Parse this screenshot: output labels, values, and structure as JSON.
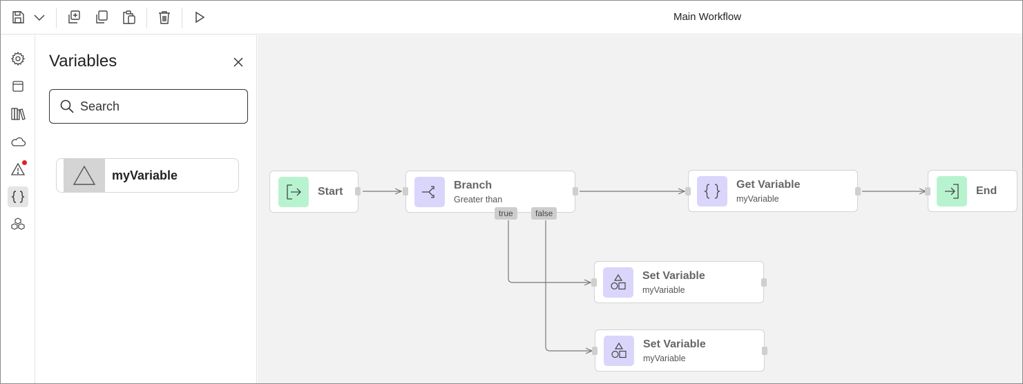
{
  "toolbar": {
    "workflow_title": "Main Workflow",
    "buttons": [
      {
        "name": "save-icon"
      },
      {
        "name": "chevron-down-icon"
      },
      {
        "name": "duplicate-icon"
      },
      {
        "name": "copy-icon"
      },
      {
        "name": "paste-icon"
      },
      {
        "name": "trash-icon"
      },
      {
        "name": "play-icon"
      }
    ]
  },
  "rail": {
    "items": [
      {
        "icon": "gear-icon"
      },
      {
        "icon": "window-icon"
      },
      {
        "icon": "library-icon"
      },
      {
        "icon": "cloud-icon"
      },
      {
        "icon": "warning-icon",
        "alert": true
      },
      {
        "icon": "braces-icon",
        "active": true
      },
      {
        "icon": "cubes-icon"
      }
    ]
  },
  "panel": {
    "title": "Variables",
    "search_placeholder": "Search",
    "variables": [
      {
        "name": "myVariable",
        "icon": "triangle-icon"
      }
    ]
  },
  "canvas": {
    "nodes": {
      "start": {
        "title": "Start",
        "icon": "enter-icon"
      },
      "branch": {
        "title": "Branch",
        "subtitle": "Greater than",
        "icon": "branch-icon",
        "true_label": "true",
        "false_label": "false"
      },
      "get_variable": {
        "title": "Get Variable",
        "subtitle": "myVariable",
        "icon": "braces-icon"
      },
      "end": {
        "title": "End",
        "icon": "exit-icon"
      },
      "set_variable_1": {
        "title": "Set Variable",
        "subtitle": "myVariable",
        "icon": "shapes-icon"
      },
      "set_variable_2": {
        "title": "Set Variable",
        "subtitle": "myVariable",
        "icon": "shapes-icon"
      }
    }
  },
  "colors": {
    "start_end_icon_bg": "#b8f3cf",
    "action_icon_bg": "#dad5fb",
    "canvas_bg": "#f2f2f2",
    "alert_dot": "#e0202a"
  }
}
